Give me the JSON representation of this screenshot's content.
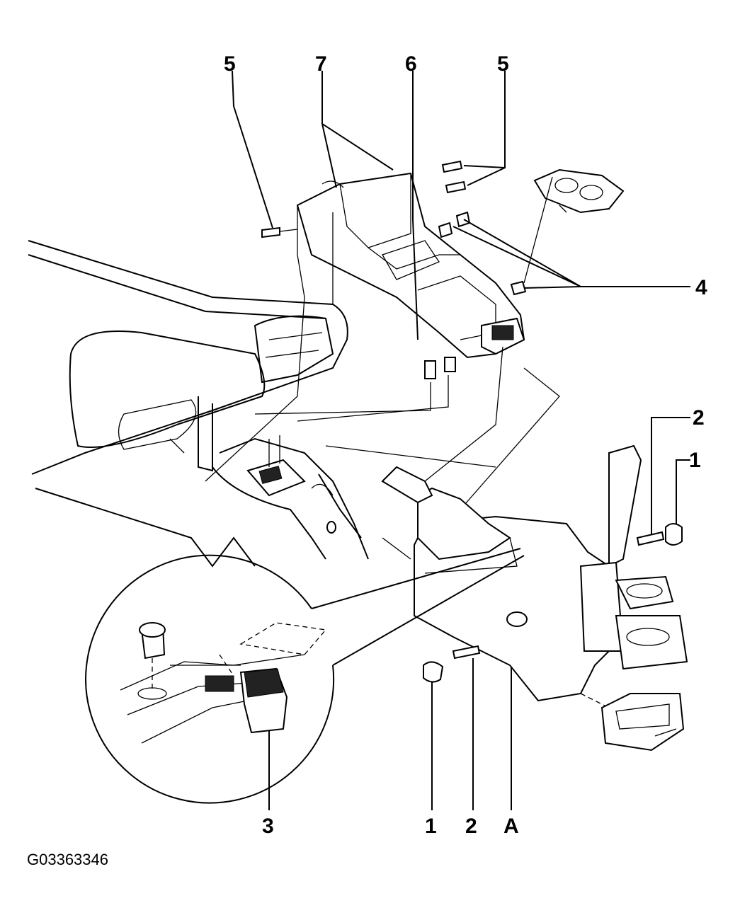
{
  "callouts": {
    "c5_top_left": "5",
    "c7": "7",
    "c6": "6",
    "c5_top_right": "5",
    "c4": "4",
    "c2_right": "2",
    "c1_right": "1",
    "c3": "3",
    "c1_bottom": "1",
    "c2_bottom": "2",
    "cA": "A"
  },
  "figure_id": "G03363346"
}
